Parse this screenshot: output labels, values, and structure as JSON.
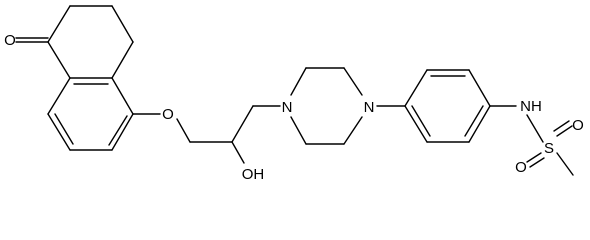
{
  "atoms": {
    "ketone_o": "O",
    "ether_o": "O",
    "hydroxyl": "OH",
    "piperazine_n1": "N",
    "piperazine_n2": "N",
    "nh": "NH",
    "sulfonyl_s": "S",
    "sulfonyl_o1": "O",
    "sulfonyl_o2": "O"
  }
}
